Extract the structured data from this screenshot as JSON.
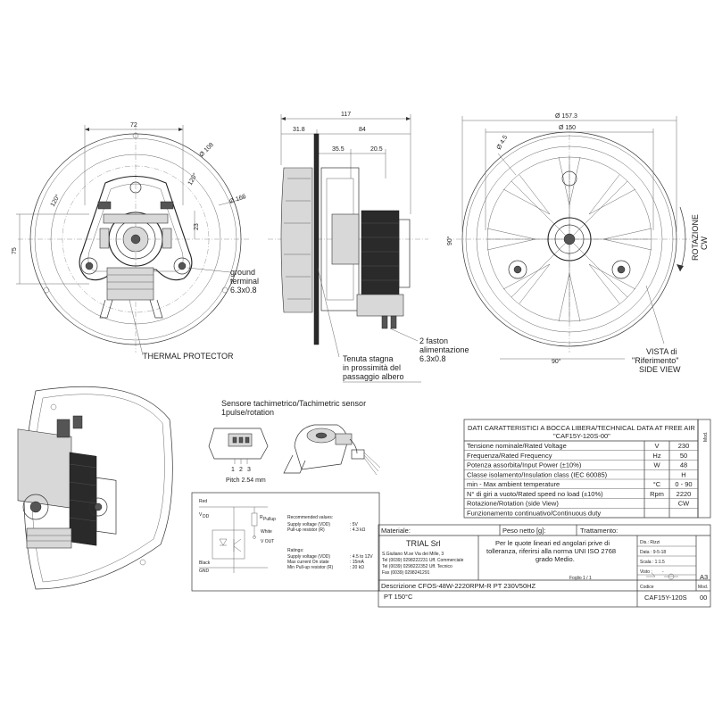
{
  "dims": {
    "front_width": "72",
    "front_d108": "Ø 108",
    "front_d166": "Ø 166",
    "front_120_top": "120°",
    "front_120_left": "120°",
    "front_23": "23",
    "front_75": "75",
    "side_117": "117",
    "side_31_8": "31.8",
    "side_84": "84",
    "side_35_5": "35.5",
    "side_20_5": "20.5",
    "rear_d157_3": "Ø 157.3",
    "rear_d150": "Ø 150",
    "rear_d45": "Ø 4.5",
    "rear_90_left": "90°",
    "rear_90_bottom": "90°"
  },
  "labels": {
    "ground_terminal": [
      "ground",
      "terminal",
      "6.3x0.8"
    ],
    "thermal_protector": "THERMAL PROTECTOR",
    "tenuta": [
      "Tenuta stagna",
      "in prossimità del",
      "passaggio albero"
    ],
    "faston": [
      "2 faston",
      "alimentazione",
      "6.3x0.8"
    ],
    "vista": [
      "VISTA di",
      "\"Riferimento\"",
      "SIDE VIEW"
    ],
    "rotazione": "ROTAZIONE",
    "cw": "CW",
    "sensor_title": [
      "Sensore tachimetrico/Tachimetric sensor",
      "1pulse/rotation"
    ],
    "pins": [
      "1",
      "2",
      "3"
    ],
    "pitch": "Pitch 2.54 mm"
  },
  "schematic": {
    "red": "Red",
    "vdd": "V",
    "vdd_sub": "DD",
    "white": "White",
    "vout": "V OUT",
    "black": "Black",
    "gnd": "GND",
    "rpullup": "R",
    "rpullup_sub": "Pullup",
    "recommended_title": "Recommended values:",
    "recommended": [
      [
        "Supply voltage (VDD)",
        ": 5V"
      ],
      [
        "Pull-up resistor (R)",
        ": 4.3 kΩ"
      ]
    ],
    "ratings_title": "Ratings:",
    "ratings": [
      [
        "Supply voltage (VDD)",
        ": 4.5 to 12V"
      ],
      [
        "Max current On state",
        ": 15mA"
      ],
      [
        "Min Pull-up resistor (R)",
        ": 20 kΩ"
      ]
    ]
  },
  "datatable": {
    "title": "DATI CARATTERISTICI A BOCCA LIBERA/TECHNICAL DATA AT FREE AIR",
    "subtitle": "\"CAF15Y-120S-00\"",
    "mod": "Mod.",
    "rows": [
      [
        "Tensione  nominale/Rated Voltage",
        "V",
        "230"
      ],
      [
        "Frequenza/Rated Frequency",
        "Hz",
        "50"
      ],
      [
        "Potenza assorbita/Input Power (±10%)",
        "W",
        "48"
      ],
      [
        "Classe isolamento/Insulation class (IEC 60085)",
        "",
        "H"
      ],
      [
        "min - Max ambient temperature",
        "°C",
        "0 - 90"
      ],
      [
        "N° di giri a vuoto/Rated speed no load (±10%)",
        "Rpm",
        "2220"
      ],
      [
        "Rotazione/Rotation (side View)",
        "",
        "CW"
      ],
      [
        "Funzionamento continuativo/Continuous duty",
        "",
        ""
      ]
    ]
  },
  "titleblock": {
    "materiale": "Materiale:",
    "peso": "Peso netto [g]:",
    "trattamento": "Trattamento:",
    "company": "TRIAL Srl",
    "address": "S.Giuliano M.se Via dei Mille, 3",
    "tel1": "Tel  (0039) 0298222231 Uff. Commerciale",
    "tel2": "Tel  (0039) 0298222352 Uff. Tecnico",
    "fax": "Fax (0039) 0298241291",
    "tolerance": [
      "Per le quote lineari ed angolari prive di",
      "tolleranza, riferirsi alla norma UNI ISO 2768",
      "grado Medio."
    ],
    "dis": "Dis.:  Rizzi",
    "data": "Data :  9-5-18",
    "scala": "Scala :  1:1.5",
    "visto": "Visto :",
    "visto_val": "-",
    "foglio": "Foglio 1 / 1",
    "format": "A3",
    "descrizione": "Descrizione  CFOS-48W-2220RPM-R   PT    230V50HZ",
    "pt": "PT 150°C",
    "codice": "Codice",
    "codice_val": "CAF15Y-120S",
    "mod": "Mod.",
    "mod_val": "00"
  }
}
